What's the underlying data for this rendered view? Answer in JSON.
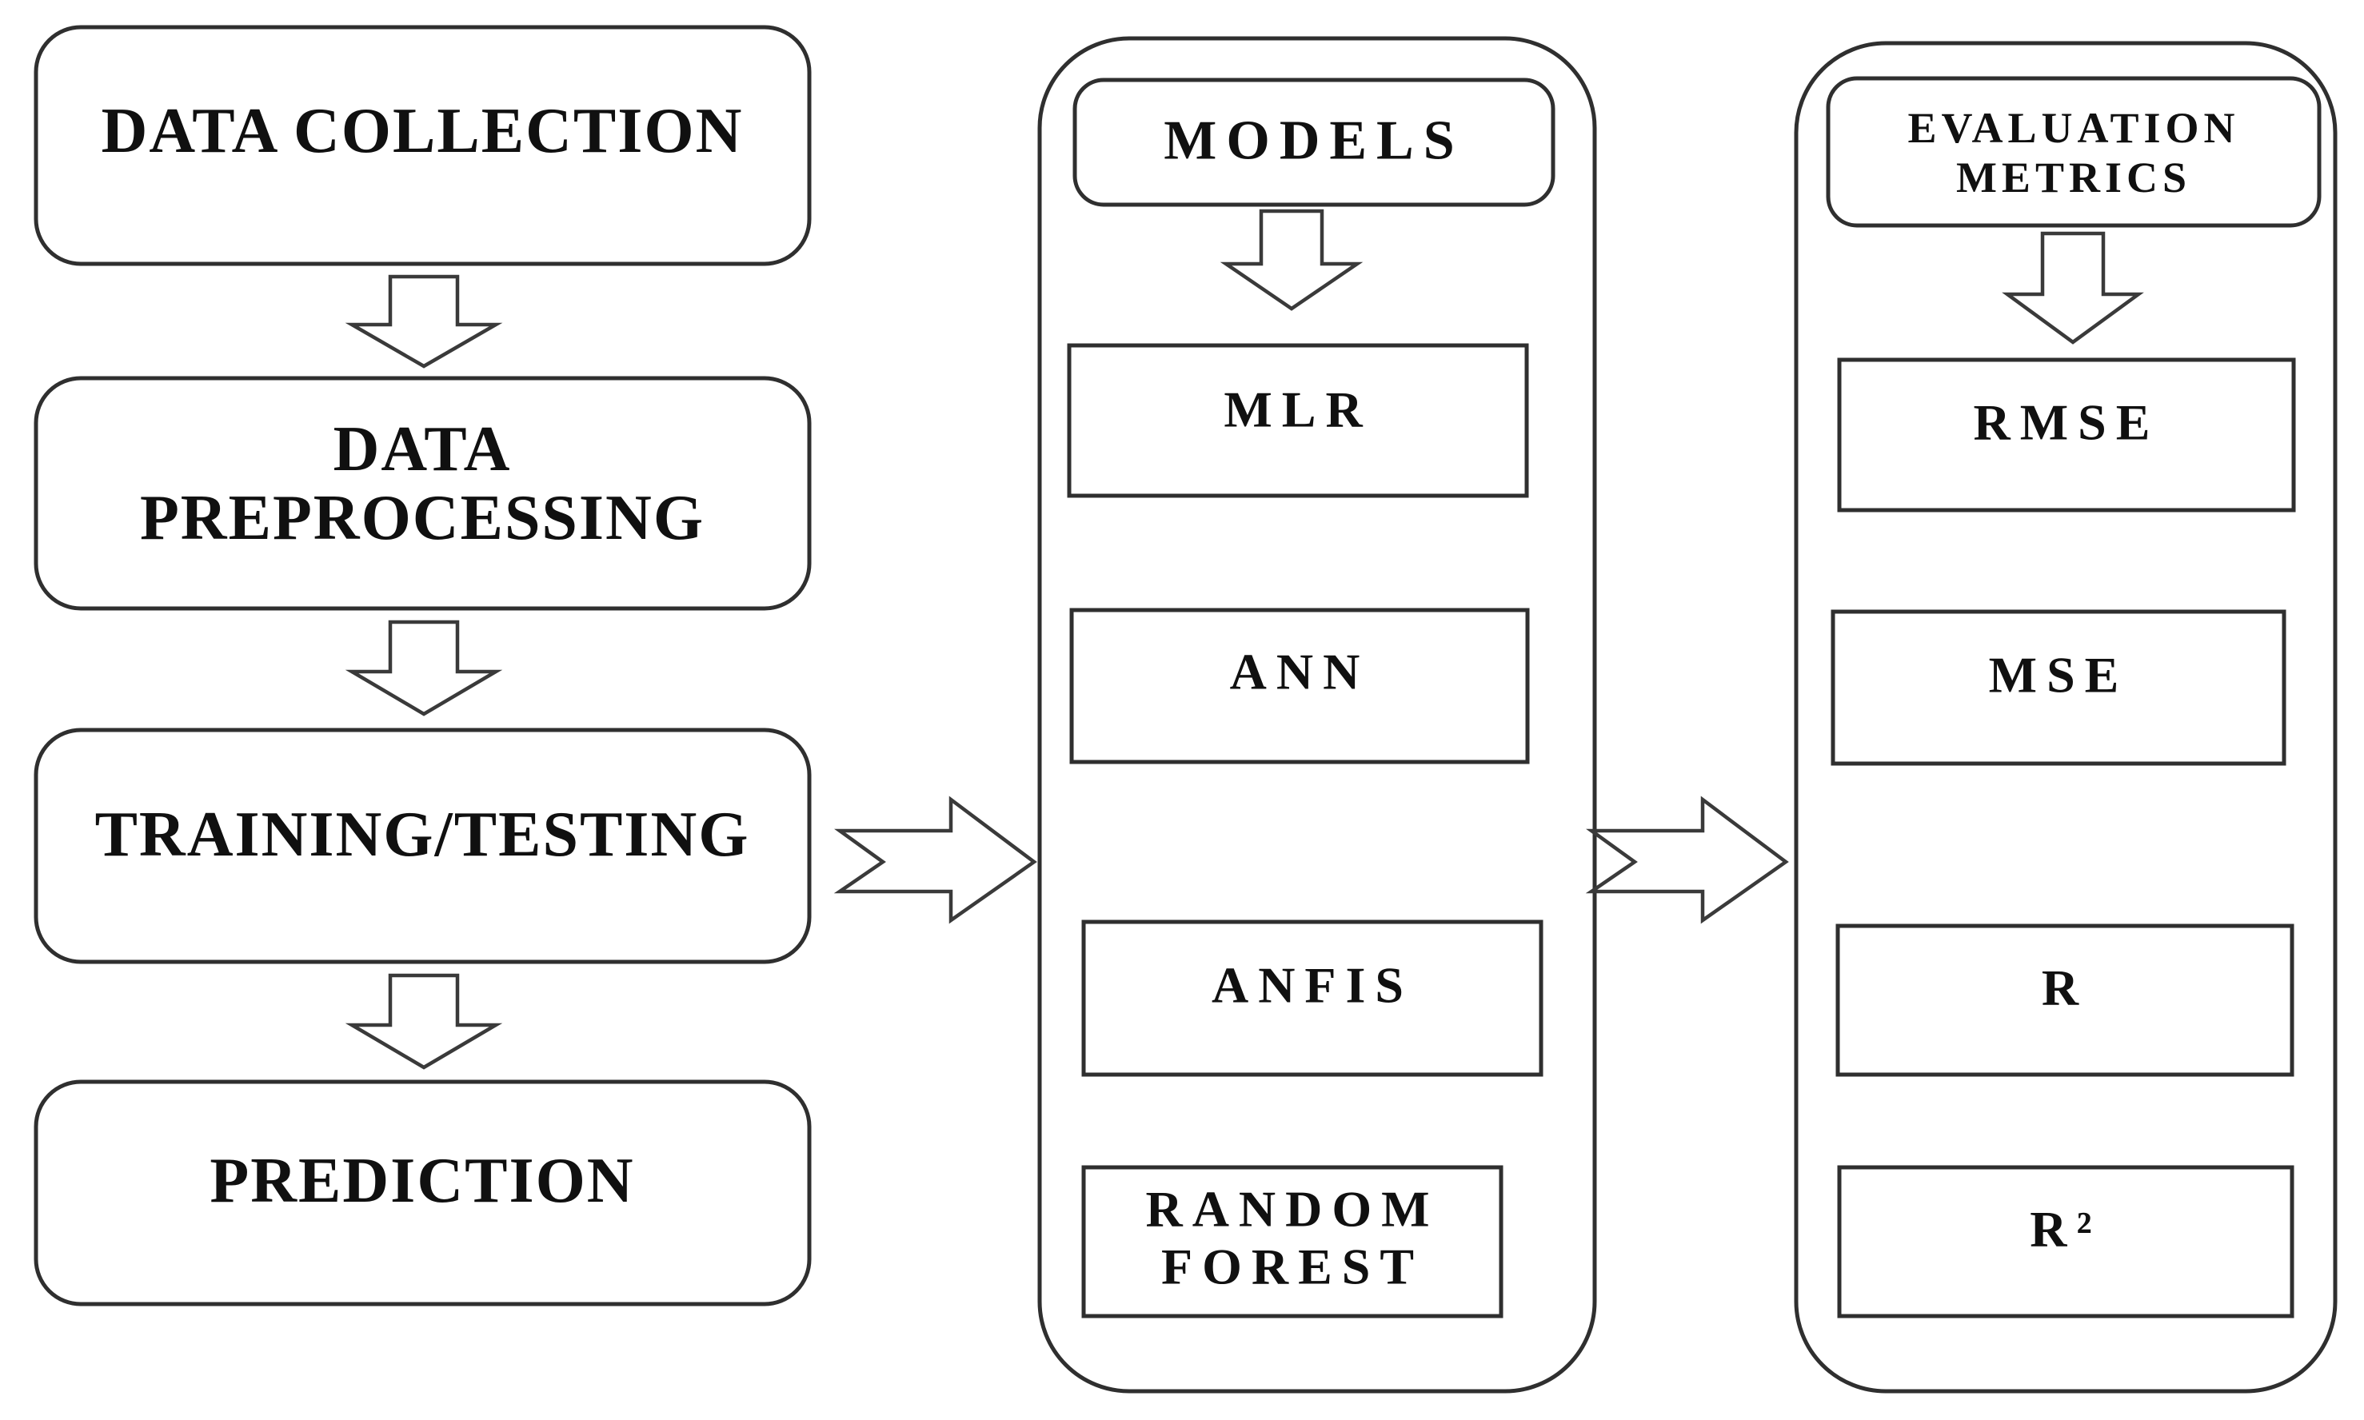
{
  "colors": {
    "background": "#ffffff",
    "line": "#2f2f2f",
    "text": "#101010"
  },
  "pipeline": {
    "steps": [
      {
        "id": "data-collection",
        "label": "DATA COLLECTION"
      },
      {
        "id": "data-preprocessing",
        "line1": "DATA",
        "line2": "PREPROCESSING"
      },
      {
        "id": "training-testing",
        "label": "TRAINING/TESTING"
      },
      {
        "id": "prediction",
        "label": "PREDICTION"
      }
    ]
  },
  "models_panel": {
    "title": "MODELS",
    "items": [
      {
        "id": "mlr",
        "label": "MLR"
      },
      {
        "id": "ann",
        "label": "ANN"
      },
      {
        "id": "anfis",
        "label": "ANFIS"
      },
      {
        "id": "random-forest",
        "line1": "RANDOM",
        "line2": "FOREST"
      }
    ]
  },
  "metrics_panel": {
    "title_line1": "EVALUATION",
    "title_line2": "METRICS",
    "items": [
      {
        "id": "rmse",
        "label": "RMSE"
      },
      {
        "id": "mse",
        "label": "MSE"
      },
      {
        "id": "r",
        "label": "R"
      },
      {
        "id": "r2",
        "label": "R²"
      }
    ]
  }
}
